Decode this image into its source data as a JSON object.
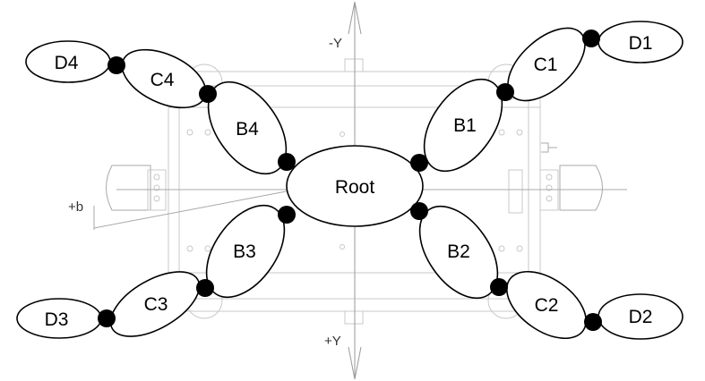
{
  "axes": {
    "neg_y": "-Y",
    "pos_y": "+Y",
    "b": "+b"
  },
  "nodes": {
    "root": "Root",
    "B1": "B1",
    "B2": "B2",
    "B3": "B3",
    "B4": "B4",
    "C1": "C1",
    "C2": "C2",
    "C3": "C3",
    "C4": "C4",
    "D1": "D1",
    "D2": "D2",
    "D3": "D3",
    "D4": "D4"
  },
  "colors": {
    "outline": "#000000",
    "joint": "#000000",
    "background_drawing": "#c8c8c8"
  }
}
